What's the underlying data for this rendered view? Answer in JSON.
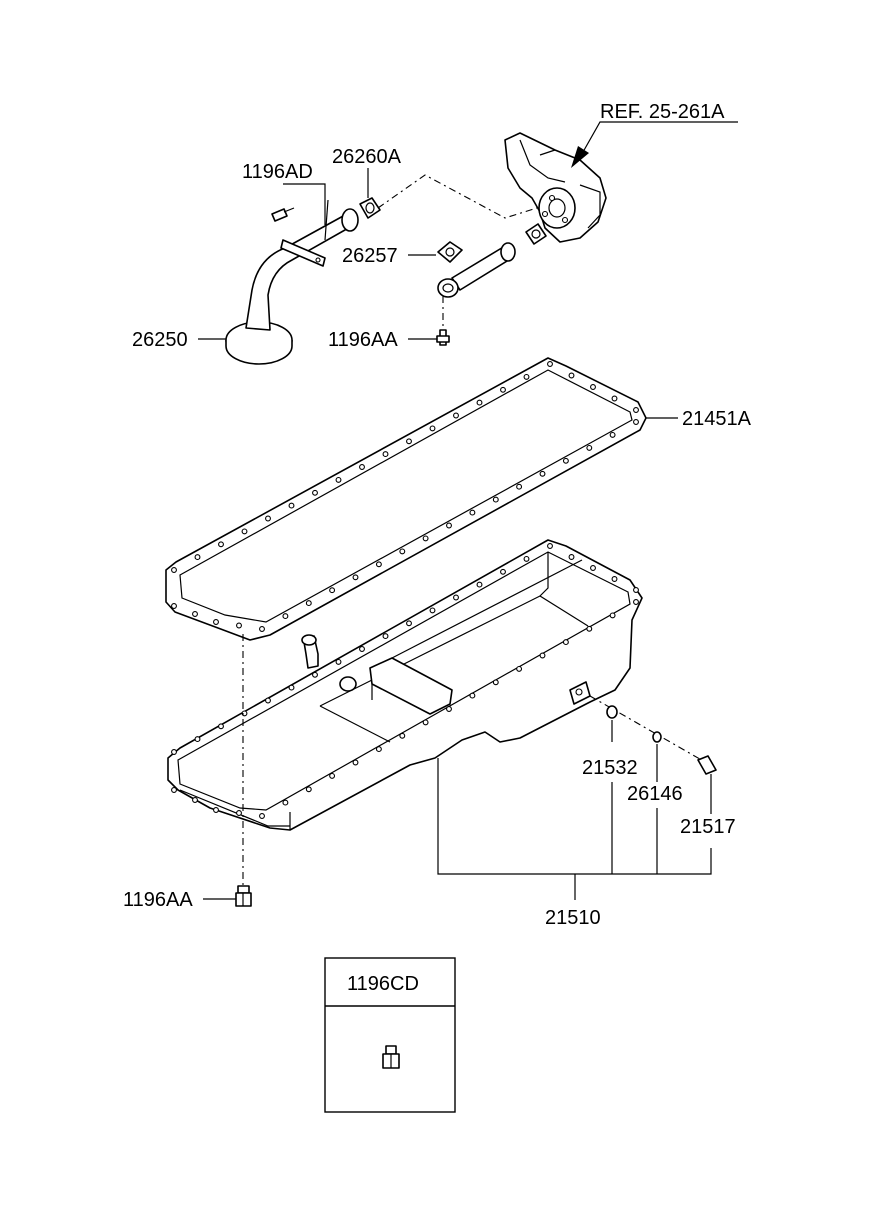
{
  "reference": "REF. 25-261A",
  "callouts": {
    "c1196AD": "1196AD",
    "c26260A": "26260A",
    "c26257": "26257",
    "c26250": "26250",
    "c1196AA_top": "1196AA",
    "c21451A": "21451A",
    "c21532": "21532",
    "c26146": "26146",
    "c21517": "21517",
    "c21510": "21510",
    "c1196AA_bottom": "1196AA"
  },
  "inset": {
    "title": "1196CD"
  }
}
